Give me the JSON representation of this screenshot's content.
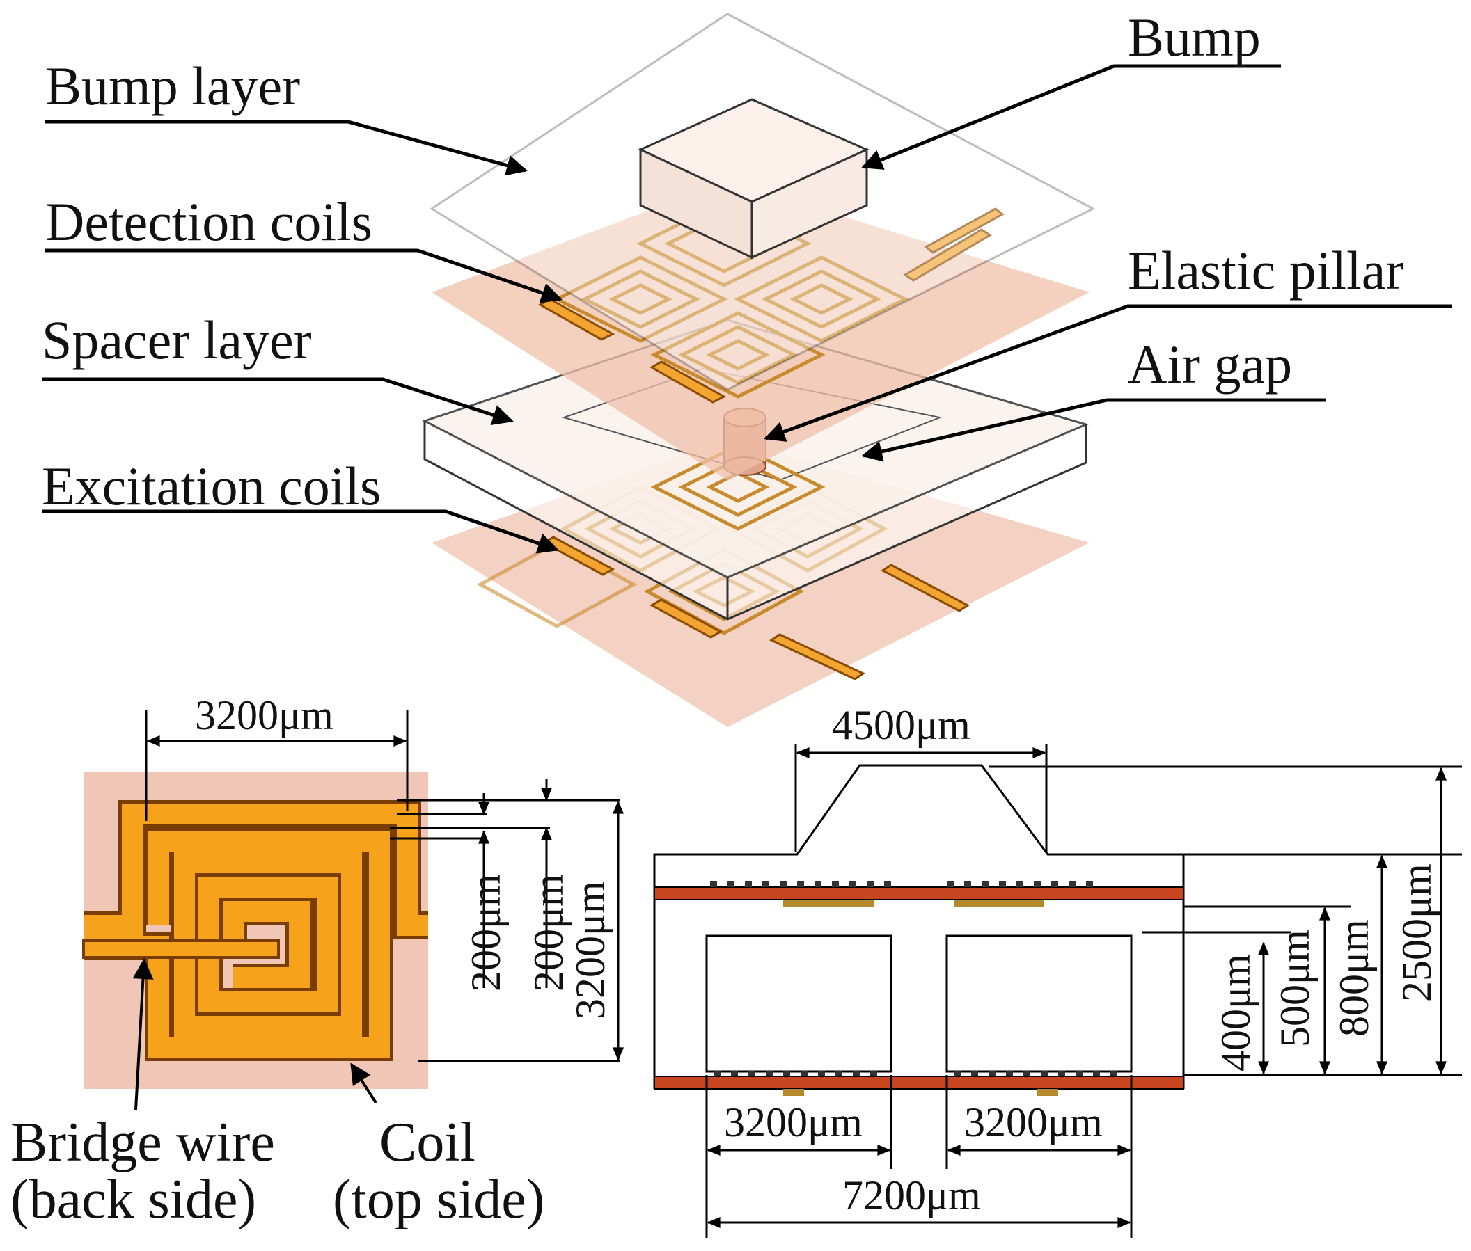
{
  "exploded_view": {
    "labels": {
      "bump_layer": "Bump layer",
      "detection_coils": "Detection coils",
      "spacer_layer": "Spacer layer",
      "excitation_coils": "Excitation coils",
      "bump": "Bump",
      "elastic_pillar": "Elastic pillar",
      "air_gap": "Air gap"
    }
  },
  "coil_view": {
    "width_dim": "3200μm",
    "height_dim": "3200μm",
    "trace_width_dim": "200μm",
    "trace_gap_dim": "200μm",
    "bridge_wire_line1": "Bridge wire",
    "bridge_wire_line2": "(back side)",
    "coil_line1": "Coil",
    "coil_line2": "(top side)"
  },
  "cross_section": {
    "bump_width_dim": "4500μm",
    "left_coil_dim": "3200μm",
    "right_coil_dim": "3200μm",
    "total_width_dim": "7200μm",
    "dim_400": "400μm",
    "dim_500": "500μm",
    "dim_800": "800μm",
    "dim_2500": "2500μm"
  },
  "colors": {
    "coil_orange": "#f7a21b",
    "coil_outline": "#7a3d00",
    "substrate_pink": "#f1c6b4",
    "pcb_red": "#c7461f"
  }
}
